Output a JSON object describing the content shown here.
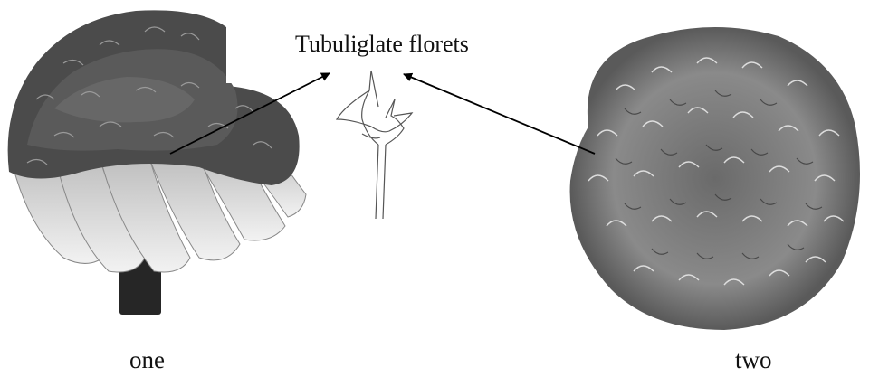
{
  "figure": {
    "annotation_label": "Tubuliglate florets",
    "left_caption": "one",
    "right_caption": "two"
  },
  "colors": {
    "background": "#ffffff",
    "dark_petal": "#4a4a4a",
    "light_petal": "#e6e6e6",
    "stem": "#2a2a2a",
    "arrow": "#000000"
  },
  "icons": {
    "left_flower": "marigold-flower-photo",
    "right_flower": "double-flower-photo",
    "floret": "tubuliglate-floret-line-drawing"
  }
}
